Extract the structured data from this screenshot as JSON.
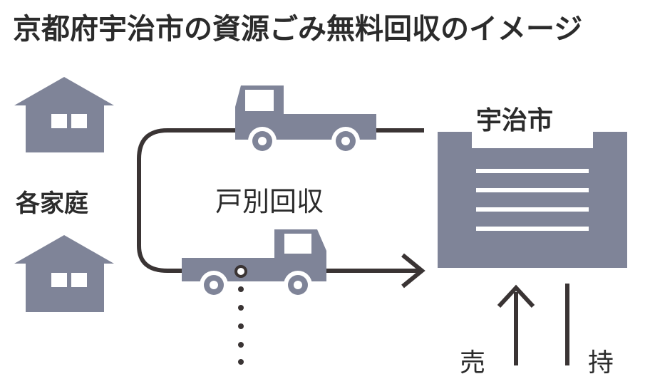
{
  "title": "京都府宇治市の資源ごみ無料回収のイメージ",
  "labels": {
    "households": "各家庭",
    "collection": "戸別回収",
    "city": "宇治市",
    "sell": "売",
    "hold": "持"
  },
  "colors": {
    "shape": "#7f8498",
    "line": "#3a3434",
    "text": "#2b2b2b",
    "white": "#ffffff"
  }
}
